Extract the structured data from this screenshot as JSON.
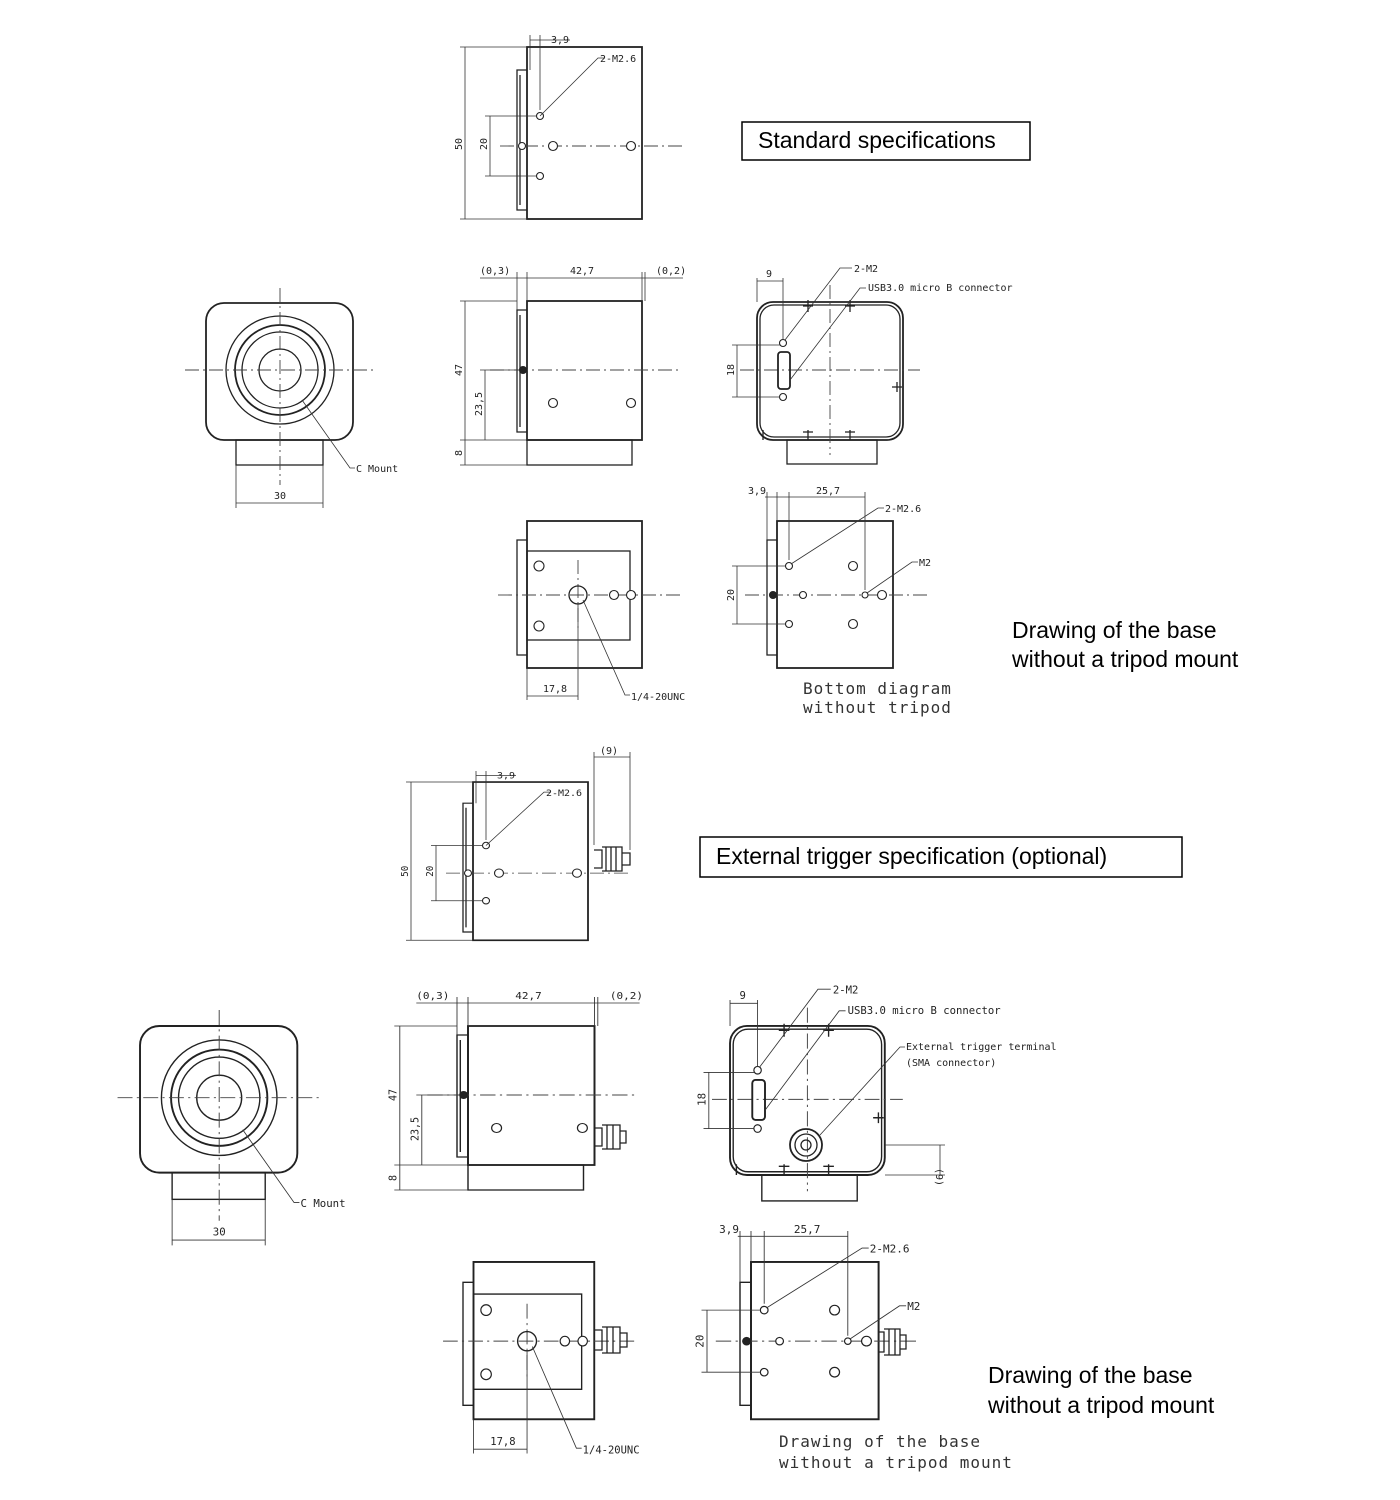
{
  "sections": {
    "standard": {
      "title": "Standard specifications",
      "note_line1": "Drawing of the base",
      "note_line2": "without a tripod mount",
      "bottom_caption_line1": "Bottom diagram",
      "bottom_caption_line2": "without tripod"
    },
    "trigger": {
      "title": "External trigger specification (optional)",
      "note_line1": "Drawing of the base",
      "note_line2": "without a tripod mount",
      "bottom_caption_line1": "Drawing of the base",
      "bottom_caption_line2": "without a tripod mount",
      "sma_label_line1": "External trigger terminal",
      "sma_label_line2": "(SMA connector)",
      "dim_9": "(9)"
    }
  },
  "dims": {
    "d3_9": "3,9",
    "d2_m2_6": "2-M2.6",
    "d50": "50",
    "d20": "20",
    "d0_3": "(0,3)",
    "d42_7": "42,7",
    "d0_2": "(0,2)",
    "d47": "47",
    "d23_5": "23,5",
    "d8": "8",
    "d30": "30",
    "c_mount": "C Mount",
    "d9": "9",
    "d2_m2": "2-M2",
    "usb": "USB3.0 micro B connector",
    "d18": "18",
    "d17_8": "17,8",
    "unc": "1/4-20UNC",
    "d25_7": "25,7",
    "m2": "M2"
  }
}
